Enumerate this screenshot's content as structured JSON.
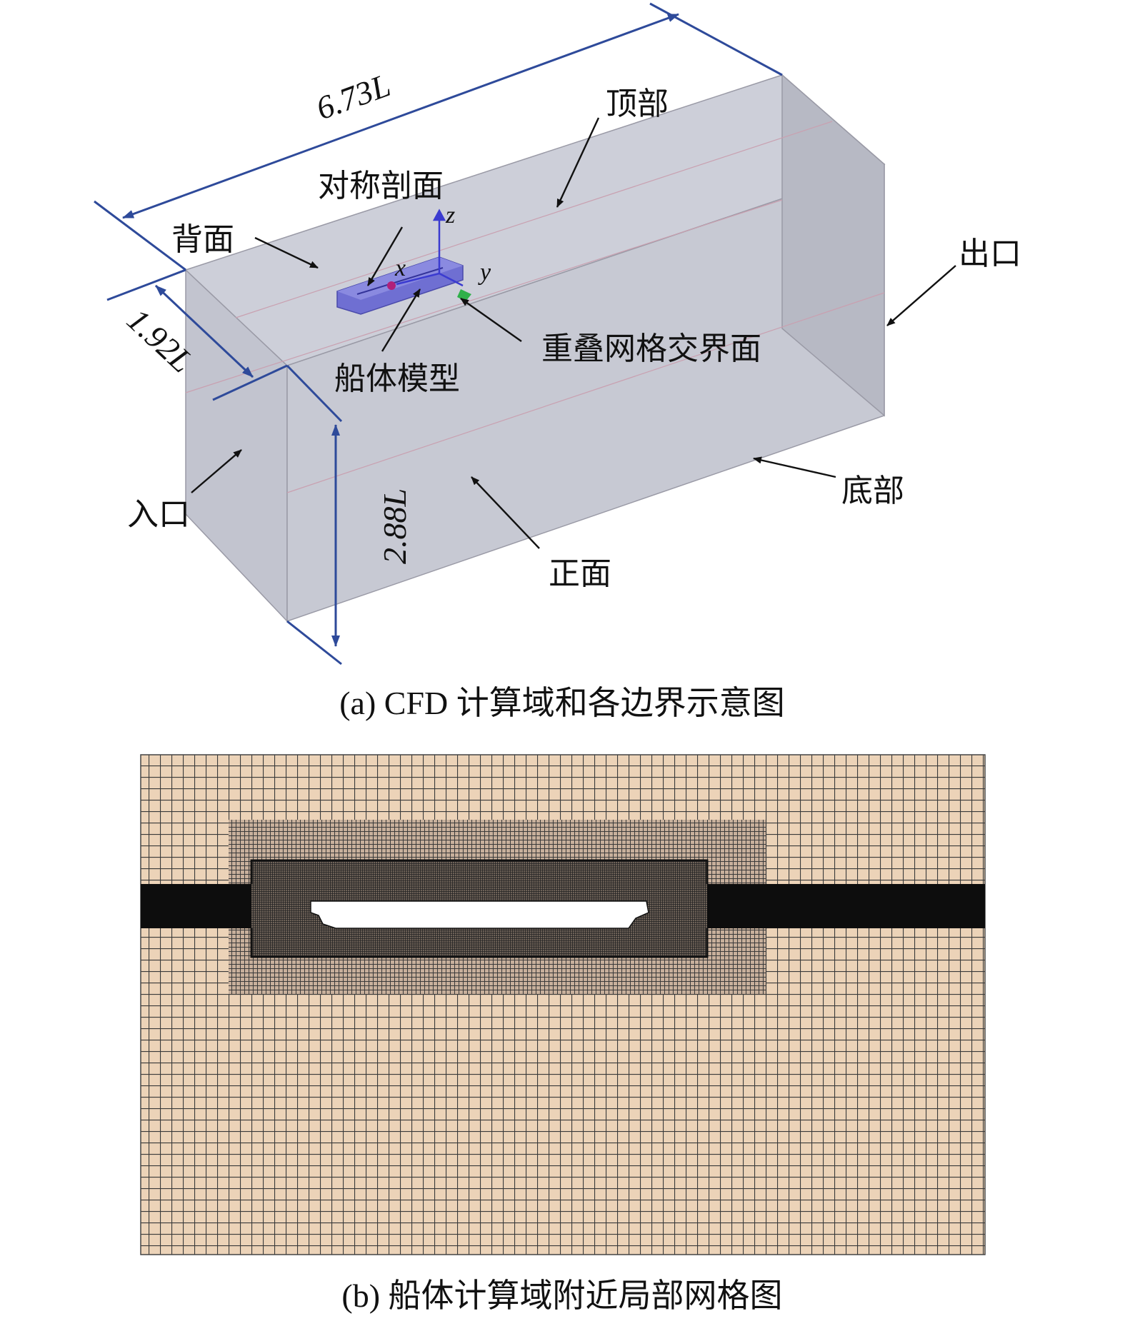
{
  "panel_a": {
    "caption": "(a)  CFD 计算域和各边界示意图",
    "dimensions": {
      "length": "6.73L",
      "width": "1.92L",
      "height": "2.88L"
    },
    "labels": {
      "top": "顶部",
      "symmetry": "对称剖面",
      "back": "背面",
      "outlet": "出口",
      "overlap_interface": "重叠网格交界面",
      "hull_model": "船体模型",
      "inlet": "入口",
      "bottom": "底部",
      "front": "正面"
    },
    "axes": {
      "x": "x",
      "y": "y",
      "z": "z"
    },
    "colors": {
      "box_face": "#c7c9d4",
      "box_side": "#b3b5c0",
      "hull": "#7d7dd6",
      "dimension_line": "#2e4a9a",
      "arrow": "#111111"
    }
  },
  "panel_b": {
    "caption": "(b) 船体计算域附近局部网格图",
    "colors": {
      "mesh_bg": "#ecd3b8",
      "mesh_line": "#3a3a3a"
    }
  }
}
